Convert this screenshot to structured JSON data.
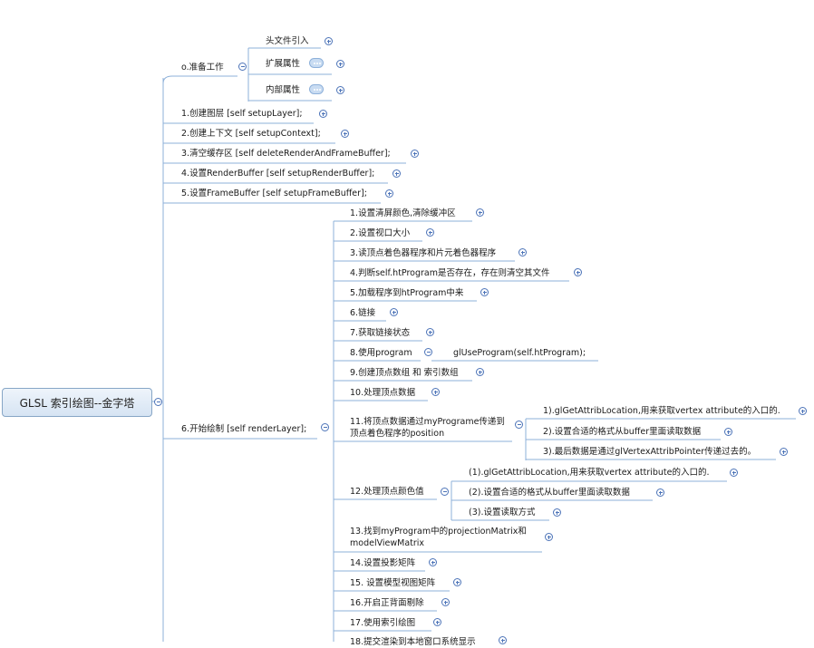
{
  "root": {
    "label": "GLSL 索引绘图--金字塔"
  },
  "branch0": {
    "label": "o.准备工作",
    "children": [
      {
        "label": "头文件引入"
      },
      {
        "label": "扩展属性",
        "icon": "comment-icon"
      },
      {
        "label": "内部属性",
        "icon": "comment-icon"
      }
    ]
  },
  "branches": [
    {
      "label": "1.创建图层 [self setupLayer];"
    },
    {
      "label": "2.创建上下文 [self setupContext];"
    },
    {
      "label": "3.清空缓存区 [self deleteRenderAndFrameBuffer];"
    },
    {
      "label": "4.设置RenderBuffer [self setupRenderBuffer];"
    },
    {
      "label": "5.设置FrameBuffer [self setupFrameBuffer];"
    }
  ],
  "branch6": {
    "label": "6.开始绘制 [self renderLayer];",
    "children": [
      {
        "label": "1.设置清屏颜色,清除缓冲区"
      },
      {
        "label": "2.设置视口大小"
      },
      {
        "label": "3.读顶点着色器程序和片元着色器程序"
      },
      {
        "label": "4.判断self.htProgram是否存在，存在则清空其文件"
      },
      {
        "label": "5.加载程序到htProgram中来"
      },
      {
        "label": "6.链接"
      },
      {
        "label": "7.获取链接状态"
      },
      {
        "label": "8.使用program",
        "child": "glUseProgram(self.htProgram);"
      },
      {
        "label": "9.创建顶点数组 和 索引数组"
      },
      {
        "label": "10.处理顶点数据"
      },
      {
        "label": "11.将顶点数据通过myPrograme传递到顶点着色程序的position",
        "children": [
          {
            "label": "1).glGetAttribLocation,用来获取vertex attribute的入口的."
          },
          {
            "label": "2).设置合适的格式从buffer里面读取数据"
          },
          {
            "label": "3).最后数据是通过glVertexAttribPointer传递过去的。"
          }
        ]
      },
      {
        "label": "12.处理顶点颜色值",
        "children": [
          {
            "label": "(1).glGetAttribLocation,用来获取vertex attribute的入口的."
          },
          {
            "label": "(2).设置合适的格式从buffer里面读取数据"
          },
          {
            "label": "(3).设置读取方式"
          }
        ]
      },
      {
        "label": "13.找到myProgram中的projectionMatrix和modelViewMatrix"
      },
      {
        "label": "14.设置投影矩阵"
      },
      {
        "label": "15. 设置模型视图矩阵"
      },
      {
        "label": "16.开启正背面剔除"
      },
      {
        "label": "17.使用索引绘图"
      },
      {
        "label": "18.提交渲染到本地窗口系统显示"
      }
    ]
  },
  "colors": {
    "line": "#8eb1d9",
    "toggle": "#4d74b8",
    "root_border": "#87a6c6"
  }
}
